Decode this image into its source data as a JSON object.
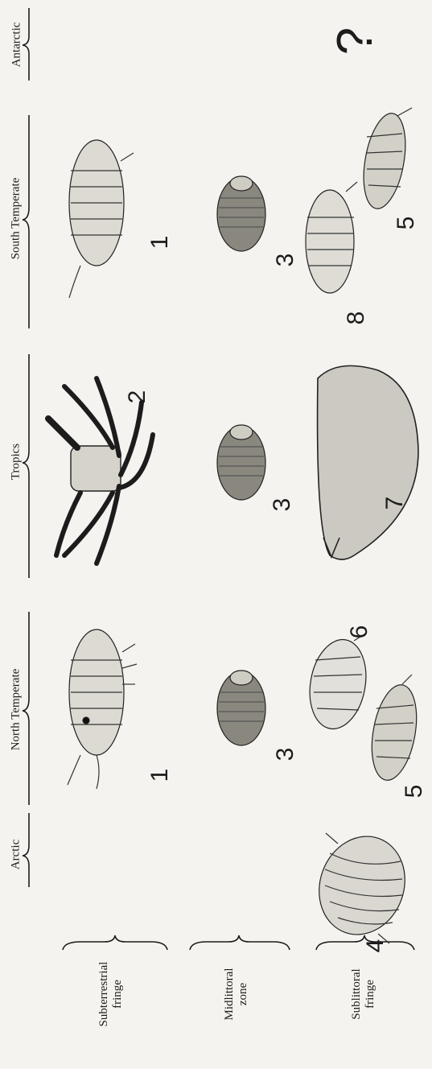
{
  "regions": [
    "Arctic",
    "North Temperate",
    "Tropics",
    "South Temperate",
    "Antarctic"
  ],
  "zones": [
    {
      "line1": "Subterrestrial",
      "line2": "fringe"
    },
    {
      "line1": "Midlittoral",
      "line2": "zone"
    },
    {
      "line1": "Sublittoral",
      "line2": "fringe"
    }
  ],
  "organisms": {
    "arctic_sublittoral": "4",
    "nt_subterrestrial": "1",
    "nt_midlittoral": "3",
    "nt_sublittoral_a": "5",
    "nt_sublittoral_b": "6",
    "tr_subterrestrial": "2",
    "tr_midlittoral": "3",
    "tr_sublittoral": "7",
    "st_subterrestrial": "1",
    "st_midlittoral": "3",
    "st_sublittoral_a": "8",
    "st_sublittoral_b": "5"
  },
  "antarctic_mark": "?"
}
